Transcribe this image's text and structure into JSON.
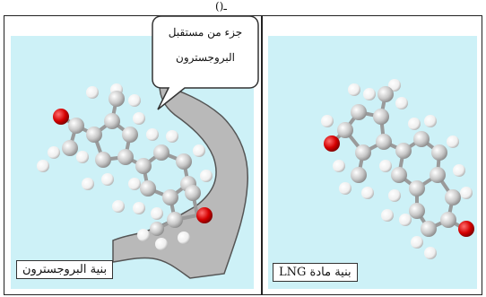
{
  "top_mark": "()ـ",
  "left_panel": {
    "bubble": {
      "line1": "جزء من مستقبل",
      "line2": "البروجسترون"
    },
    "caption": "بنية البروجسترون"
  },
  "right_panel": {
    "caption": "بنية مادة LNG"
  },
  "colors": {
    "panel_bg": "#cdf1f7",
    "carbon": "#c8c8c8",
    "hydrogen": "#f2f2f2",
    "oxygen": "#d40000",
    "receptor": "#b8b8b8"
  }
}
